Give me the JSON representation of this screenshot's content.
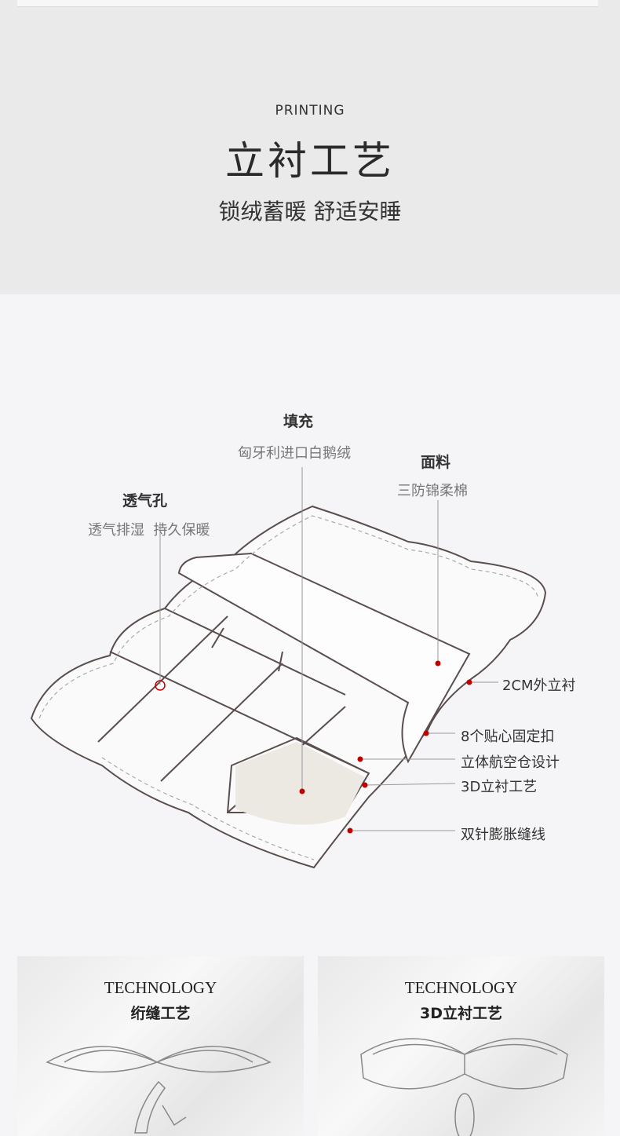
{
  "header": {
    "en_label": "PRINTING",
    "title": "立衬工艺",
    "subtitle": "锁绒蓄暖 舒适安睡"
  },
  "diagram": {
    "filling": {
      "title": "填充",
      "desc": "匈牙利进口白鹅绒"
    },
    "fabric": {
      "title": "面料",
      "desc": "三防锦柔棉"
    },
    "vent": {
      "title": "透气孔",
      "desc": "透气排湿  持久保暖"
    },
    "callouts": [
      "2CM外立衬",
      "8个贴心固定扣",
      "立体航空仓设计",
      "3D立衬工艺",
      "双针膨胀缝线"
    ],
    "accent": "#c00000"
  },
  "cards": [
    {
      "en": "TECHNOLOGY",
      "title": "绗缝工艺"
    },
    {
      "en": "TECHNOLOGY",
      "title": "3D立衬工艺"
    }
  ]
}
